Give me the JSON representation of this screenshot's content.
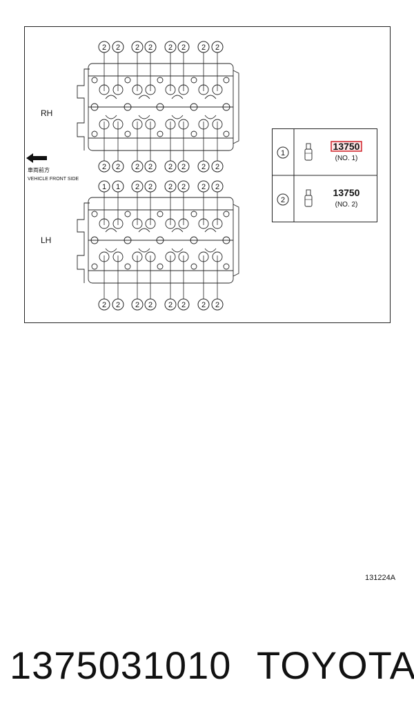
{
  "diagram": {
    "rh_label": "RH",
    "lh_label": "LH",
    "direction_label_jp": "車両前方",
    "direction_label_en": "VEHICLE FRONT SIDE",
    "rh_top_callouts": [
      "2",
      "2",
      "2",
      "2",
      "2",
      "2",
      "2",
      "2"
    ],
    "rh_bottom_callouts": [
      "2",
      "2",
      "2",
      "2",
      "2",
      "2",
      "2",
      "2"
    ],
    "lh_top_callouts": [
      "1",
      "1",
      "2",
      "2",
      "2",
      "2",
      "2",
      "2"
    ],
    "lh_bottom_callouts": [
      "2",
      "2",
      "2",
      "2",
      "2",
      "2",
      "2",
      "2"
    ],
    "legend": [
      {
        "key": "1",
        "part": "13750",
        "variant": "(NO. 1)",
        "highlighted": true
      },
      {
        "key": "2",
        "part": "13750",
        "variant": "(NO. 2)",
        "highlighted": false
      }
    ],
    "highlight_color": "#d0242b"
  },
  "figure_code": "131224A",
  "footer": {
    "part_number": "1375031010",
    "brand": "TOYOTA"
  }
}
